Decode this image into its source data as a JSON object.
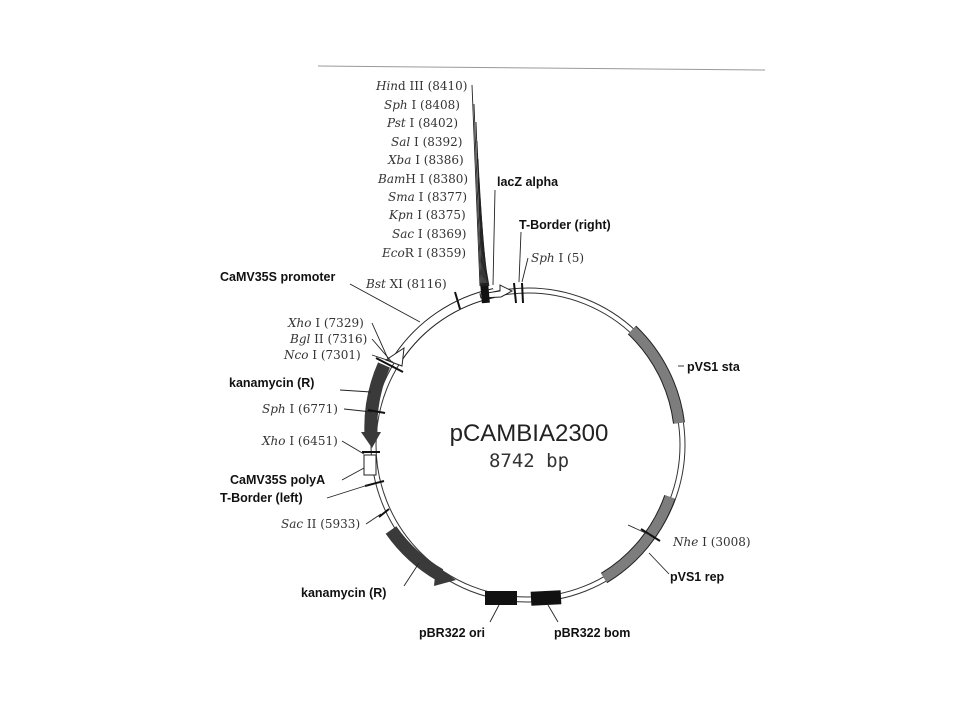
{
  "plasmid": {
    "name": "pCAMBIA2300",
    "size": "8742 bp"
  },
  "sites": [
    {
      "it": "Hin",
      "rest": "d III (8410)"
    },
    {
      "it": "Sph",
      "rest": " I (8408)"
    },
    {
      "it": "Pst",
      "rest": " I (8402)"
    },
    {
      "it": "Sal",
      "rest": " I (8392)"
    },
    {
      "it": "Xba",
      "rest": " I (8386)"
    },
    {
      "it": "Bam",
      "rest": "H I (8380)"
    },
    {
      "it": "Sma",
      "rest": " I (8377)"
    },
    {
      "it": "Kpn",
      "rest": " I (8375)"
    },
    {
      "it": "Sac",
      "rest": " I (8369)"
    },
    {
      "it": "Eco",
      "rest": "R I (8359)"
    },
    {
      "it": "Sph",
      "rest": " I (5)"
    },
    {
      "it": "Bst",
      "rest": " XI (8116)"
    },
    {
      "it": "Xho",
      "rest": " I (7329)"
    },
    {
      "it": "Bgl",
      "rest": " II (7316)"
    },
    {
      "it": "Nco",
      "rest": " I (7301)"
    },
    {
      "it": "Sph",
      "rest": " I (6771)"
    },
    {
      "it": "Xho",
      "rest": " I (6451)"
    },
    {
      "it": "Sac",
      "rest": " II (5933)"
    },
    {
      "it": "Nhe",
      "rest": " I (3008)"
    }
  ],
  "features": {
    "lacz": "lacZ alpha",
    "tborder_right": "T-Border (right)",
    "camv35s_promoter": "CaMV35S promoter",
    "pvs1_sta": "pVS1 sta",
    "kanamycin_top": "kanamycin (R)",
    "camv35s_polya": "CaMV35S polyA",
    "tborder_left": "T-Border (left)",
    "kanamycin_bottom": "kanamycin (R)",
    "pvs1_rep": "pVS1 rep",
    "pbr322_ori": "pBR322 ori",
    "pbr322_bom": "pBR322 bom"
  }
}
